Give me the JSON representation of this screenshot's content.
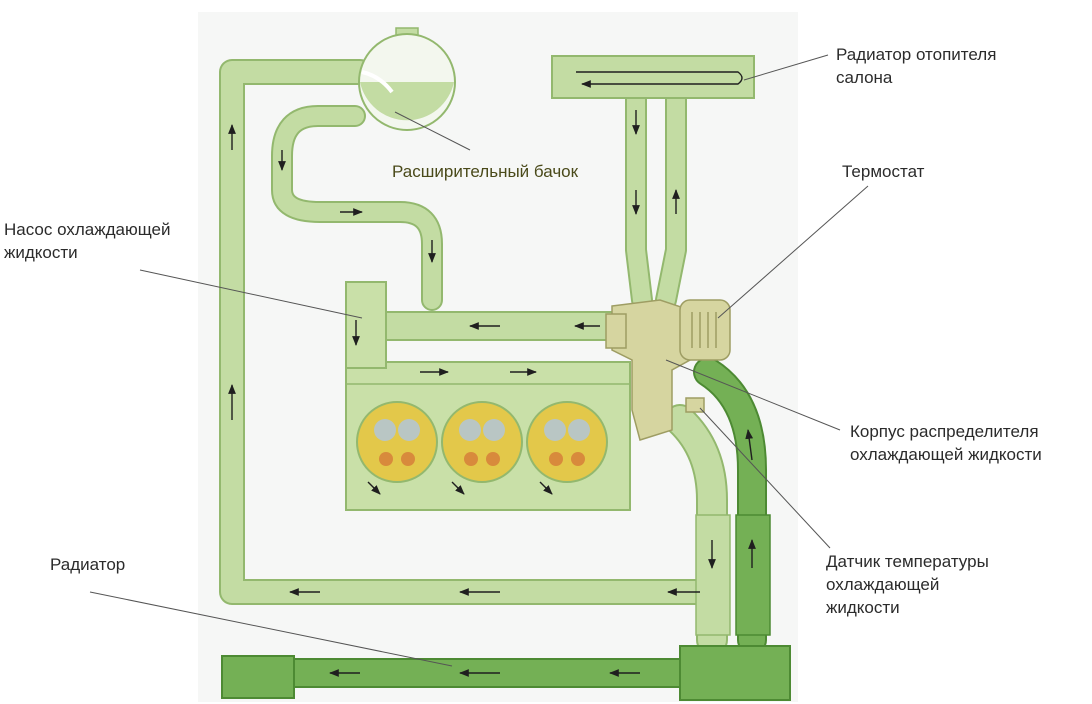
{
  "labels": {
    "heater_radiator": [
      "Радиатор отопителя",
      "салона"
    ],
    "expansion_tank": "Расширительный бачок",
    "thermostat": "Термостат",
    "pump": [
      "Насос охлаждающей",
      "жидкости"
    ],
    "distributor_housing": [
      "Корпус распределителя",
      "охлаждающей жидкости"
    ],
    "temp_sensor": [
      "Датчик температуры",
      "охлаждающей",
      "жидкости"
    ],
    "radiator": "Радиатор"
  },
  "colors": {
    "light_pipe": "#c3dca3",
    "light_pipe_edge": "#93b86e",
    "hot_pipe": "#74b055",
    "hot_pipe_edge": "#4d8a33",
    "engine": "#c9e0a8",
    "thermostat_body": "#d6d5a0",
    "cylinder_fill": "#e3c84a",
    "valve_grey": "#b9c6c4",
    "valve_orange": "#d88a3c",
    "leader_line": "#555555"
  }
}
